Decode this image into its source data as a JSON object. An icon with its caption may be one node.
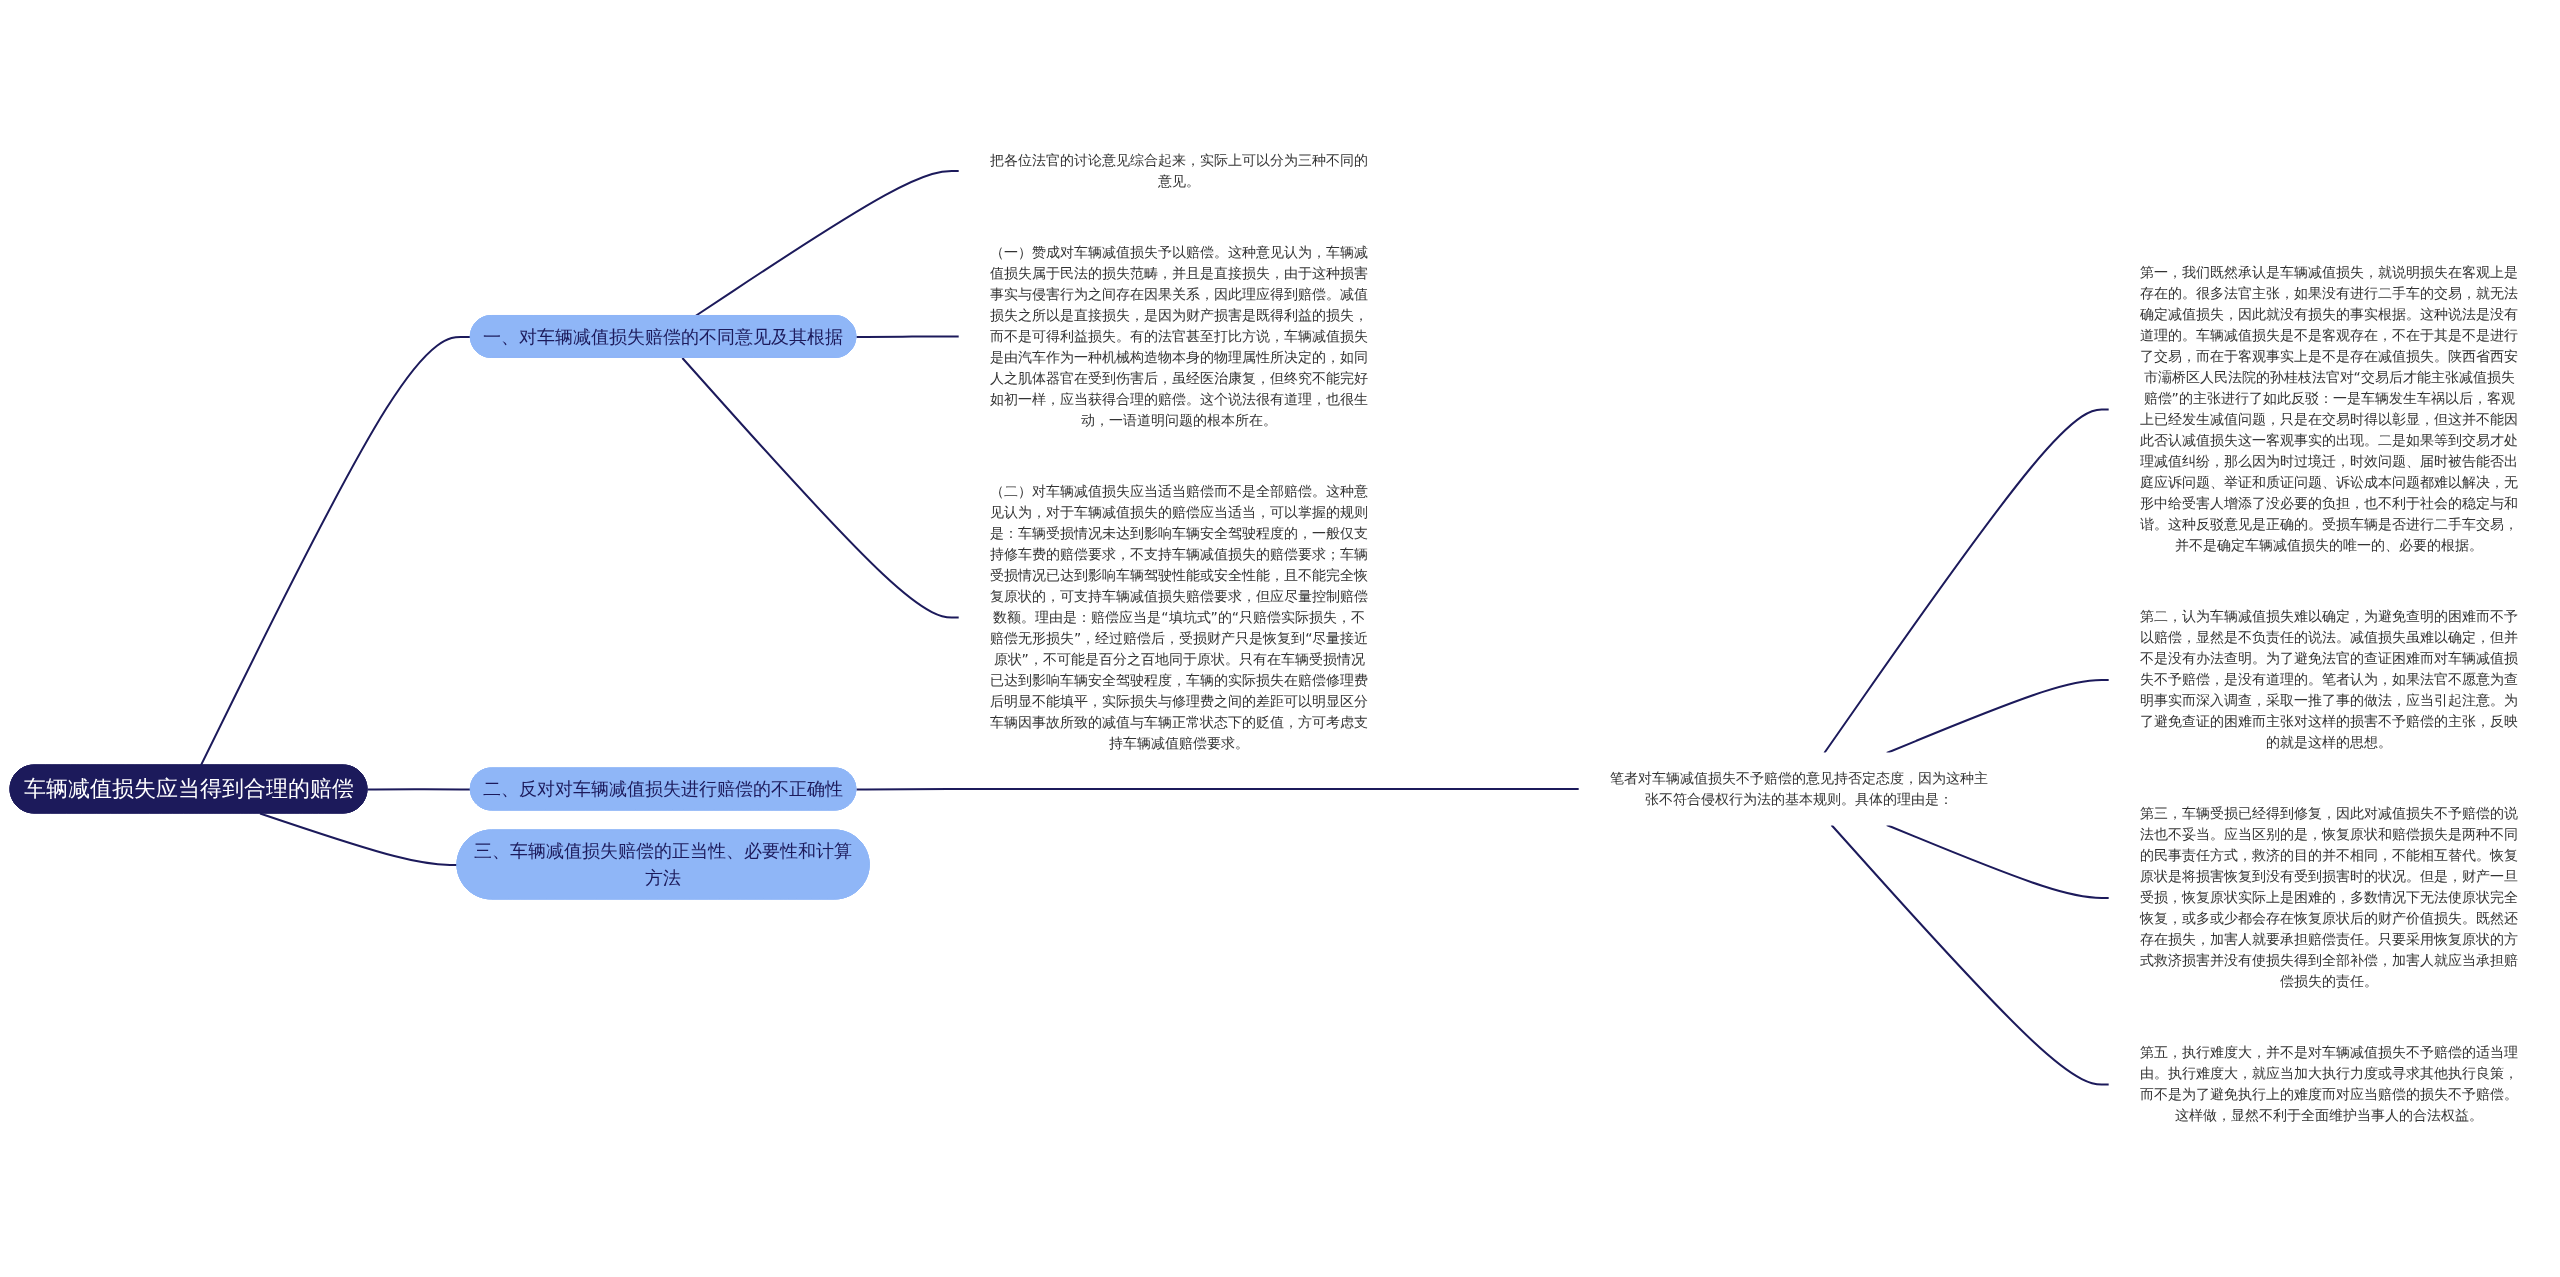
{
  "diagram": {
    "nodes": [
      {
        "text": [
          "车辆减值损失应当得到合理的赔偿"
        ]
      },
      {
        "text": [
          "一、对车辆减值损失赔偿的不同意见及其根据"
        ]
      },
      {
        "text": [
          "把各位法官的讨论意见综合起来，实际上可以分为三种不同的意见。"
        ]
      },
      {
        "text": [
          "（一）赞成对车辆减值损失予以赔偿。这种意见认为，车辆减值损失属于民法的损失范畴，并且是直接损失，由于这种损害事实与侵害行为之间存在因果关系，因此理应得到赔偿。减值损失之所以是直接损失，是因为财产损害是既得利益的损失，而不是可得利益损失。有的法官甚至打比方说，车辆减值损失是由汽车作为一种机械构造物本身的物理属性所决定的，如同人之肌体器官在受到伤害后，虽经医治康复，但终究不能完好如初一样，应当获得合理的赔偿。这个说法很有道理，也很生动，一语道明问题的根本所在。"
        ]
      },
      {
        "text": [
          "（二）对车辆减值损失应当适当赔偿而不是全部赔偿。这种意见认为，对于车辆减值损失的赔偿应当适当，可以掌握的规则是：车辆受损情况未达到影响车辆安全驾驶程度的，一般仅支持修车费的赔偿要求，不支持车辆减值损失的赔偿要求；车辆受损情况已达到影响车辆驾驶性能或安全性能，且不能完全恢复原状的，可支持车辆减值损失赔偿要求，但应尽量控制赔偿数额。理由是：赔偿应当是“填坑式”的“只赔偿实际损失，不赔偿无形损失”，经过赔偿后，受损财产只是恢复到“尽量接近原状”，不可能是百分之百地同于原状。只有在车辆受损情况已达到影响车辆安全驾驶程度，车辆的实际损失在赔偿修理费后明显不能填平，实际损失与修理费之间的差距可以明显区分车辆因事故所致的减值与车辆正常状态下的贬值，方可考虑支持车辆减值赔偿要求。"
        ]
      },
      {
        "text": [
          "二、反对对车辆减值损失进行赔偿的不正确性"
        ]
      },
      {
        "text": [
          "笔者对车辆减值损失不予赔偿的意见持否定态度，因为这种主张不符合侵权行为法的基本规则。具体的理由是："
        ]
      },
      {
        "text": [
          "第一，我们既然承认是车辆减值损失，就说明损失在客观上是存在的。很多法官主张，如果没有进行二手车的交易，就无法确定减值损失，因此就没有损失的事实根据。这种说法是没有道理的。车辆减值损失是不是客观存在，不在于其是不是进行了交易，而在于客观事实上是不是存在减值损失。陕西省西安市灞桥区人民法院的孙桂枝法官对“交易后才能主张减值损失赔偿”的主张进行了如此反驳：一是车辆发生车祸以后，客观上已经发生减值问题，只是在交易时得以彰显，但这并不能因此否认减值损失这一客观事实的出现。二是如果等到交易才处理减值纠纷，那么因为时过境迁，时效问题、届时被告能否出庭应诉问题、举证和质证问题、诉讼成本问题都难以解决，无形中给受害人增添了没必要的负担，也不利于社会的稳定与和谐。这种反驳意见是正确的。受损车辆是否进行二手车交易，并不是确定车辆减值损失的唯一的、必要的根据。"
        ]
      },
      {
        "text": [
          "第二，认为车辆减值损失难以确定，为避免查明的困难而不予以赔偿，显然是不负责任的说法。减值损失虽难以确定，但并不是没有办法查明。为了避免法官的查证困难而对车辆减值损失不予赔偿，是没有道理的。笔者认为，如果法官不愿意为查明事实而深入调查，采取一推了事的做法，应当引起注意。为了避免查证的困难而主张对这样的损害不予赔偿的主张，反映的就是这样的思想。"
        ]
      },
      {
        "text": [
          "第三，车辆受损已经得到修复，因此对减值损失不予赔偿的说法也不妥当。应当区别的是，恢复原状和赔偿损失是两种不同的民事责任方式，救济的目的并不相同，不能相互替代。恢复原状是将损害恢复到没有受到损害时的状况。但是，财产一旦受损，恢复原状实际上是困难的，多数情况下无法使原状完全恢复，或多或少都会存在恢复原状后的财产价值损失。既然还存在损失，加害人就要承担赔偿责任。只要采用恢复原状的方式救济损害并没有使损失得到全部补偿，加害人就应当承担赔偿损失的责任。"
        ]
      },
      {
        "text": [
          "第五，执行难度大，并不是对车辆减值损失不予赔偿的适当理由。执行难度大，就应当加大执行力度或寻求其他执行良策，而不是为了避免执行上的难度而对应当赔偿的损失不予赔偿。这样做，显然不利于全面维护当事人的合法权益。"
        ]
      },
      {
        "text": [
          "三、车辆减值损失赔偿的正当性、必要性和计算方法"
        ]
      }
    ],
    "edges": [
      {
        "from": 0,
        "to": 1,
        "arrow": "none"
      },
      {
        "from": 1,
        "to": 2,
        "arrow": "none"
      },
      {
        "from": 1,
        "to": 3,
        "arrow": "none"
      },
      {
        "from": 1,
        "to": 4,
        "arrow": "none"
      },
      {
        "from": 0,
        "to": 5,
        "arrow": "none"
      },
      {
        "from": 5,
        "to": 6,
        "arrow": "none"
      },
      {
        "from": 6,
        "to": 7,
        "arrow": "none"
      },
      {
        "from": 6,
        "to": 8,
        "arrow": "none"
      },
      {
        "from": 6,
        "to": 9,
        "arrow": "none"
      },
      {
        "from": 6,
        "to": 10,
        "arrow": "none"
      },
      {
        "from": 0,
        "to": 11,
        "arrow": "none"
      }
    ]
  }
}
